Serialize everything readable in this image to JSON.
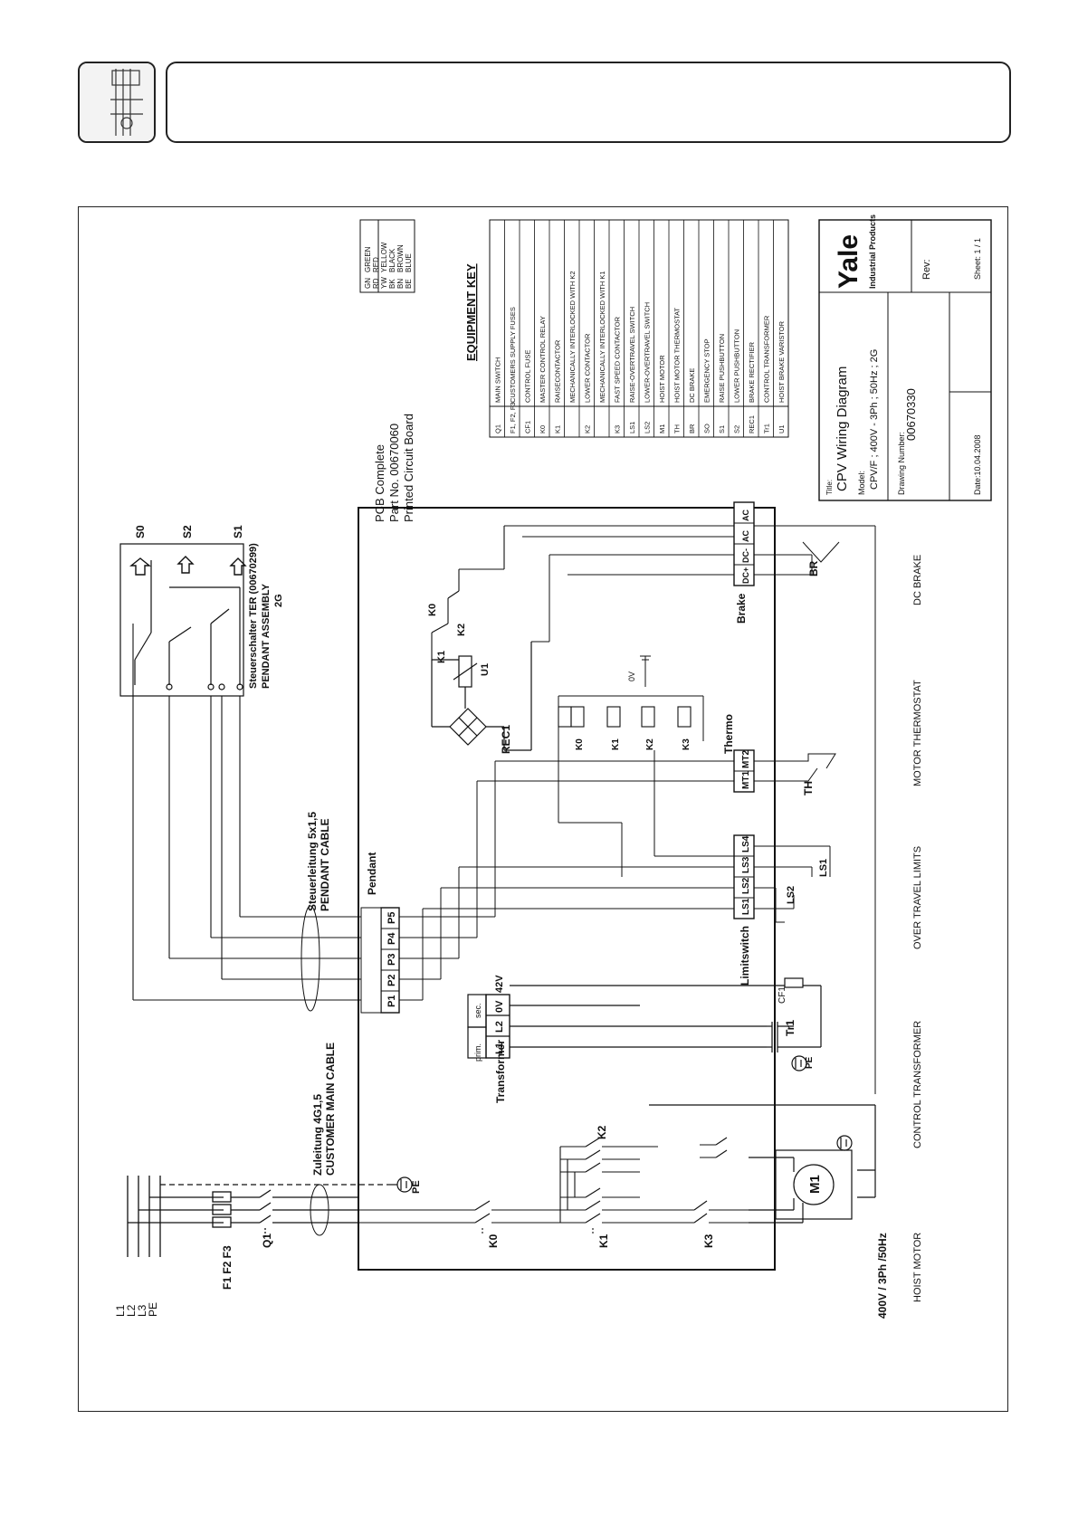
{
  "pcb": {
    "line1": "PCB Complete",
    "line2": "Part No. 00670060",
    "line3": "Printed Circuit Board"
  },
  "colour_key": [
    {
      "code": "GN",
      "name": "GREEN"
    },
    {
      "code": "RD",
      "name": "RED"
    },
    {
      "code": "YW",
      "name": "YELLOW"
    },
    {
      "code": "BK",
      "name": "BLACK"
    },
    {
      "code": "BN",
      "name": "BROWN"
    },
    {
      "code": "BE",
      "name": "BLUE"
    }
  ],
  "equipment_key": {
    "heading": "EQUIPMENT KEY",
    "rows": [
      {
        "code": "Q1",
        "desc": "MAIN SWITCH"
      },
      {
        "code": "F1, F2, F3",
        "desc": "CUSTOMERS SUPPLY FUSES"
      },
      {
        "code": "CF1",
        "desc": "CONTROL FUSE"
      },
      {
        "code": "K0",
        "desc": "MASTER CONTROL RELAY"
      },
      {
        "code": "K1",
        "desc": "RAISECONTACTOR"
      },
      {
        "code": "",
        "desc": "MECHANICALLY INTERLOCKED WITH K2"
      },
      {
        "code": "K2",
        "desc": "LOWER CONTACTOR"
      },
      {
        "code": "",
        "desc": "MECHANICALLY INTERLOCKED WITH K1"
      },
      {
        "code": "K3",
        "desc": "FAST SPEED CONTACTOR"
      },
      {
        "code": "LS1",
        "desc": "RAISE-OVERTRAVEL SWITCH"
      },
      {
        "code": "LS2",
        "desc": "LOWER-OVERTRAVEL SWITCH"
      },
      {
        "code": "M1",
        "desc": "HOIST MOTOR"
      },
      {
        "code": "TH",
        "desc": "HOIST MOTOR THERMOSTAT"
      },
      {
        "code": "BR",
        "desc": "DC BRAKE"
      },
      {
        "code": "SO",
        "desc": "EMERGENCY STOP"
      },
      {
        "code": "S1",
        "desc": "RAISE PUSHBUTTON"
      },
      {
        "code": "S2",
        "desc": "LOWER PUSHBUTTON"
      },
      {
        "code": "REC1",
        "desc": "BRAKE RECTIFIER"
      },
      {
        "code": "Tr1",
        "desc": "CONTROL TRANSFORMER"
      },
      {
        "code": "U1",
        "desc": "HOIST BRAKE VARISTOR"
      }
    ]
  },
  "title_block": {
    "title_label": "Title:",
    "title": "CPV Wiring Diagram",
    "model_label": "Model:",
    "model": "CPV/F ; 400V - 3Ph ; 50Hz ; 2G",
    "drawing_label": "Drawing Number:",
    "drawing_number": "00670330",
    "date": "Date:10.04.2008",
    "sheet": "Sheet: 1 / 1",
    "rev": "Rev:",
    "brand": "Yale",
    "brand_sub": "Industrial Products"
  },
  "supply": {
    "phases": [
      "L1",
      "L2",
      "L3",
      "PE"
    ],
    "fuses": "F1 F2 F3",
    "main_switch": "Q1",
    "voltage": "400V / 3Ph /50Hz"
  },
  "cables": {
    "main_de": "Zuleitung 4G1,5",
    "main_en": "CUSTOMER MAIN CABLE",
    "pendant_de": "Steuerleitung 5x1,5",
    "pendant_en": "PENDANT CABLE",
    "pendant_assembly_de": "Steuerschalter TER (00670299)",
    "pendant_assembly_en": "PENDANT ASSEMBLY",
    "pendant_assembly_size": "2G"
  },
  "components": {
    "transformer": "Transformer",
    "prim": "prim.",
    "sec": "sec.",
    "t_terms": [
      "L1",
      "L2",
      "0V",
      "42V"
    ],
    "pendant": "Pendant",
    "p_terms": [
      "P1",
      "P2",
      "P3",
      "P4",
      "P5"
    ],
    "limitswitch": "Limitswitch",
    "ls_terms": [
      "LS1",
      "LS2",
      "LS3",
      "LS4"
    ],
    "thermo": "Thermo",
    "mt_terms": [
      "MT1",
      "MT2"
    ],
    "brake": "Brake",
    "br_terms": [
      "DC+",
      "DC-",
      "AC",
      "AC"
    ],
    "rec1": "REC1",
    "u1": "U1",
    "k0": "K0",
    "k1": "K1",
    "k2": "K2",
    "k3": "K3",
    "tr1": "Tr1",
    "cf1": "CF1",
    "th": "TH",
    "ls1": "LS1",
    "ls2": "LS2",
    "m1": "M1",
    "br": "BR",
    "pe": "PE",
    "ov": "0V",
    "s0": "S0",
    "s1": "S1",
    "s2": "S2",
    "relay_coils": [
      "K0",
      "K1",
      "K2",
      "K3"
    ]
  },
  "sections": [
    "HOIST MOTOR",
    "CONTROL TRANSFORMER",
    "OVER TRAVEL LIMITS",
    "MOTOR THERMOSTAT",
    "DC BRAKE"
  ]
}
